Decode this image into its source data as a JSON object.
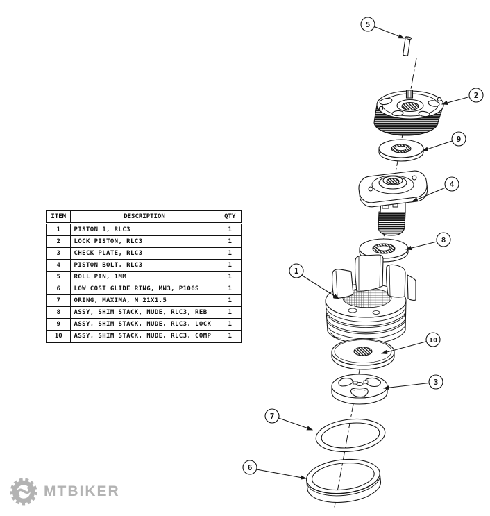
{
  "colors": {
    "line": "#161616",
    "background": "#ffffff",
    "watermark_gray": "#b3b3b3"
  },
  "parts_table": {
    "headers": {
      "item": "ITEM",
      "description": "DESCRIPTION",
      "qty": "QTY"
    },
    "rows": [
      {
        "item": "1",
        "description": "PISTON 1, RLC3",
        "qty": "1"
      },
      {
        "item": "2",
        "description": "LOCK PISTON, RLC3",
        "qty": "1"
      },
      {
        "item": "3",
        "description": "CHECK PLATE, RLC3",
        "qty": "1"
      },
      {
        "item": "4",
        "description": "PISTON BOLT, RLC3",
        "qty": "1"
      },
      {
        "item": "5",
        "description": "ROLL PIN, 1MM",
        "qty": "1"
      },
      {
        "item": "6",
        "description": "LOW COST GLIDE RING, MN3, P106S",
        "qty": "1"
      },
      {
        "item": "7",
        "description": "ORING, MAXIMA, M 21X1.5",
        "qty": "1"
      },
      {
        "item": "8",
        "description": "ASSY, SHIM STACK, NUDE, RLC3, REB",
        "qty": "1"
      },
      {
        "item": "9",
        "description": "ASSY, SHIM STACK, NUDE, RLC3, LOCK",
        "qty": "1"
      },
      {
        "item": "10",
        "description": "ASSY, SHIM STACK, NUDE, RLC3, COMP",
        "qty": "1"
      }
    ]
  },
  "balloons": {
    "b1": "1",
    "b2": "2",
    "b3": "3",
    "b4": "4",
    "b5": "5",
    "b6": "6",
    "b7": "7",
    "b8": "8",
    "b9": "9",
    "b10": "10"
  },
  "watermark": {
    "brand": "MTBIKER",
    "icon": "chainring-gear-icon"
  }
}
